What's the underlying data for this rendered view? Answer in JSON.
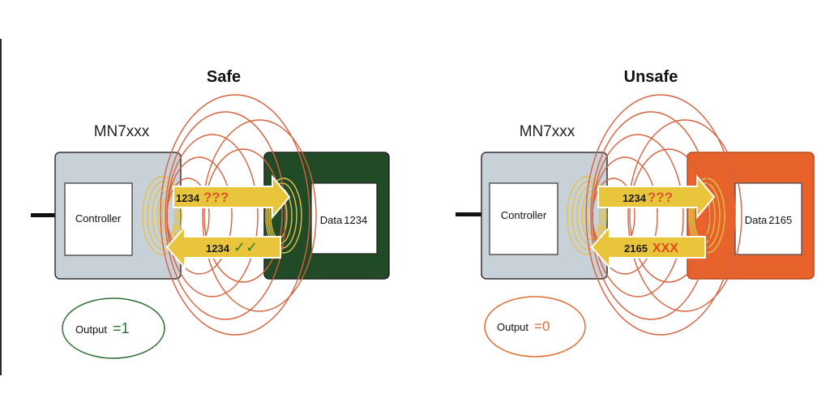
{
  "colors": {
    "safe_accent": "#2d6e32",
    "safe_tag": "#214a26",
    "unsafe_accent": "#e56a2f",
    "unsafe_tag": "#e8622c",
    "controller_box": "#c9d1d8",
    "field_line": "#d8613d",
    "coil": "#e2c24a",
    "arrow_fill": "#e9c53c",
    "question": "#d9582b",
    "check": "#2e7d32",
    "cross": "#e24a1e"
  },
  "panels": [
    {
      "id": "safe",
      "title": "Safe",
      "device_label": "MN7xxx",
      "controller_label": "Controller",
      "tag_label": "Data",
      "tag_value": "1234",
      "request_code": "1234",
      "request_mark": "???",
      "response_code": "1234",
      "response_mark": "✓✓",
      "output_label": "Output",
      "output_value": "=1"
    },
    {
      "id": "unsafe",
      "title": "Unsafe",
      "device_label": "MN7xxx",
      "controller_label": "Controller",
      "tag_label": "Data",
      "tag_value": "2165",
      "request_code": "1234",
      "request_mark": "???",
      "response_code": "2165",
      "response_mark": "XXX",
      "output_label": "Output",
      "output_value": "=0"
    }
  ]
}
